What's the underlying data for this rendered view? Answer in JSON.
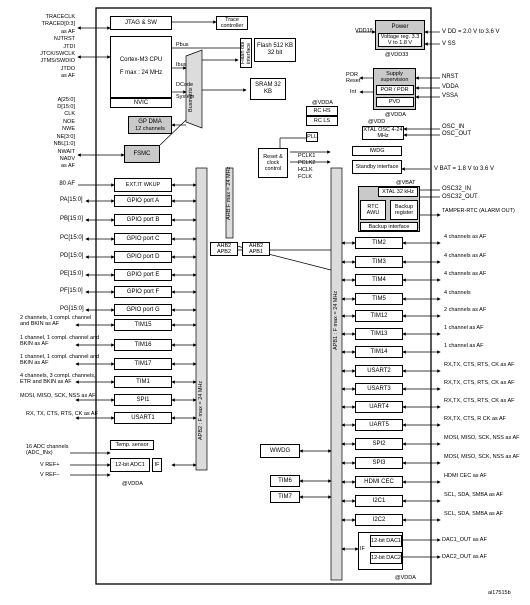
{
  "core": {
    "jtag": "JTAG & SW",
    "trace_ctrl": "Trace controller",
    "pbus": "Pbus",
    "cpu_name": "Cortex-M3 CPU",
    "cpu_freq": "F max : 24 MHz",
    "ibus": "Ibus",
    "dcode": "DCode",
    "system": "System",
    "nvic": "NVIC",
    "flash_obl": "Flash obl interface",
    "flash": "Flash 512 KB 32 bit",
    "sram": "SRAM 32 KB",
    "busmatrix": "Busmatrix",
    "gpdma": "GP DMA",
    "gpdma_ch": "12 channels",
    "fsmc": "FSMC"
  },
  "power": {
    "power_title": "Power",
    "vreg": "Voltage reg. 3.3 V to 1.8 V",
    "vdd18": "VDD18",
    "vdd33": "@VDD33",
    "vdd_range": "V DD = 2.0 V to 3.6 V",
    "vss": "V SS",
    "supply_sup": "Supply supervision",
    "por_pdr": "POR / PDR",
    "pvd": "PVD",
    "por_reset": "POR Reset",
    "int": "Int",
    "nrst": "NRST",
    "vdda": "VDDA",
    "vssa": "VSSA",
    "vdda_tag": "@VDDA"
  },
  "clock": {
    "vdda_tag": "@VDDA",
    "rc_hs": "RC HS",
    "rc_ls": "RC LS",
    "pll": "PLL",
    "vdd_tag": "@VDD",
    "xtal_osc": "XTAL OSC 4-24 MHz",
    "osc_in": "OSC_IN",
    "osc_out": "OSC_OUT",
    "iwdg": "IWDG",
    "standby": "Standby interface",
    "rcc": "Reset & clock control",
    "pclk1": "PCLK1",
    "pclk2": "PCLK2",
    "hclk": "HCLK",
    "fclk": "FCLK",
    "vbat": "V BAT = 1.8 V to 3.6 V",
    "vbat_tag": "@VBAT",
    "xtal32": "XTAL 32 kHz",
    "osc32_in": "OSC32_IN",
    "osc32_out": "OSC32_OUT",
    "rtc_awu": "RTC AWU",
    "backup_reg": "Backup register",
    "backup_if": "Backup interface",
    "tamper": "TAMPER-RTC (ALARM OUT)"
  },
  "bridges": {
    "ahb2apb2": "AHB2 APB2",
    "ahb2apb1": "AHB2 APB1",
    "ahb_label": "AHB:F max = 24 MHz",
    "apb2_label": "APB2 : F max = 24 MHz",
    "apb1_label": "APB1 : F max = 24 MHz"
  },
  "left_pins": [
    "TRACECLK",
    "TRACED[0:3]",
    "as AF",
    "NJTRST",
    "JTDI",
    "JTCK/SWCLK",
    "JTMS/SWDIO",
    "JTDO",
    "as AF",
    "A[25:0]",
    "D[15:0]",
    "CLK",
    "NOE",
    "NWE",
    "NE[3:0]",
    "NBL[1:0]",
    "NWAIT",
    "NADV",
    "as AF"
  ],
  "apb2": {
    "exti_pins": "80 AF",
    "exti": "EXT.IT WKUP",
    "gpio_pins": [
      "PA[15:0]",
      "PB[15:0]",
      "PC[15:0]",
      "PD[15:0]",
      "PE[15:0]",
      "PF[15:0]",
      "PG[15:0]"
    ],
    "gpio": [
      "GPIO port A",
      "GPIO port B",
      "GPIO port C",
      "GPIO port D",
      "GPIO port E",
      "GPIO port F",
      "GPIO port G"
    ],
    "tim15_pins": "2 channels, 1 compl. channel and BKIN as AF",
    "tim15": "TIM15",
    "tim16_pins": "1 channel, 1 compl. channel and BKIN as AF",
    "tim16": "TIM16",
    "tim17_pins": "1 channel, 1 compl. channel and BKIN as AF",
    "tim17": "TIM17",
    "tim1_pins": "4 channels, 3 compl. channels, ETR and BKIN as AF",
    "tim1": "TIM1",
    "spi1_pins": "MOSI, MISO, SCK, NSS as AF",
    "spi1": "SPI1",
    "usart1_pins": "RX, TX, CTS, RTS, CK as AF",
    "usart1": "USART1",
    "adc_pins": "16 ADC channels (ADC_INx)",
    "vref_p": "V REF+",
    "vref_m": "V REF–",
    "temp": "Temp. sensor",
    "adc": "12-bit ADC1",
    "if": "IF",
    "vdda_tag": "@VDDA"
  },
  "apb1": {
    "blocks": [
      "TIM2",
      "TIM3",
      "TIM4",
      "TIM5",
      "TIM12",
      "TIM13",
      "TIM14",
      "USART2",
      "USART3",
      "UART4",
      "UART5",
      "SPI2",
      "SPI3",
      "HDMI CEC",
      "I2C1",
      "I2C2"
    ],
    "pins": [
      "4 channels as AF",
      "4 channels as AF",
      "4 channels as AF",
      "4 channels",
      "2 channels as AF",
      "1 channel as AF",
      "1 channel as AF",
      "RX,TX, CTS, RTS, CK as AF",
      "RX,TX, CTS, RTS, CK as AF",
      "RX,TX, CTS, RTS, CK as AF",
      "RX,TX, CTS, R CK as AF",
      "MOSI, MISO, SCK, NSS as AF",
      "MOSI, MISO, SCK, NSS as AF",
      "HDMI CEC as AF",
      "SCL, SDA, SMBA as AF",
      "SCL, SDA, SMBA as AF"
    ],
    "wwdg": "WWDG",
    "tim6": "TIM6",
    "tim7": "TIM7",
    "dac1": "12-bit DAC1",
    "dac2": "12-bit DAC2",
    "dac_if": "IF",
    "dac1_out": "DAC1_OUT as AF",
    "dac2_out": "DAC2_OUT as AF",
    "vdda_tag": "@VDDA"
  },
  "ref": "ai17515b"
}
